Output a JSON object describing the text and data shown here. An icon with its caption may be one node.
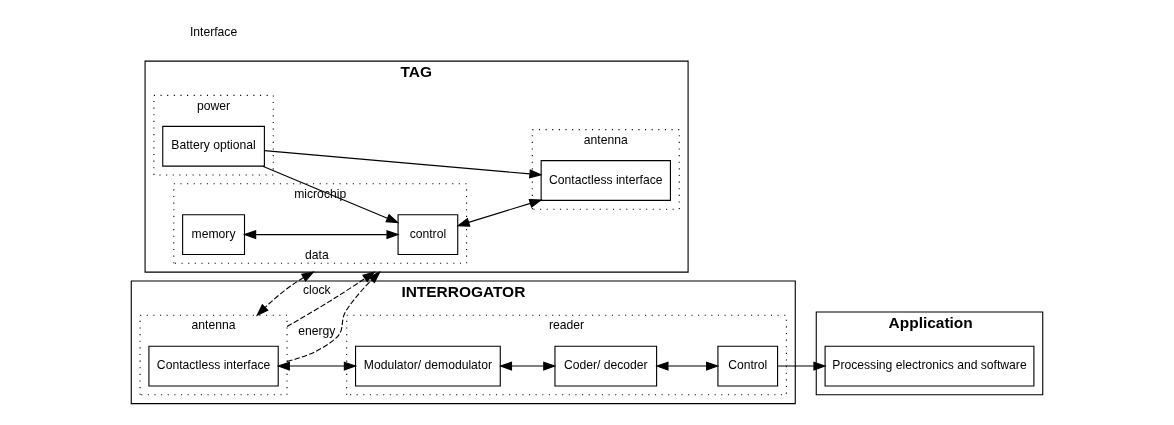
{
  "diagram": {
    "nodes": [
      {
        "text": [
          "TAG"
        ]
      },
      {
        "text": [
          "microchip"
        ],
        "in": 0
      },
      {
        "text": [
          "control"
        ],
        "in": 1
      },
      {
        "text": [
          "memory"
        ],
        "in": 1
      },
      {
        "text": [
          "power"
        ],
        "in": 0
      },
      {
        "text": [
          "Battery optional"
        ],
        "in": 4
      },
      {
        "text": [
          "antenna"
        ],
        "in": 0
      },
      {
        "text": [
          "Contactless interface"
        ],
        "in": 6
      },
      {
        "text": [
          "INTERROGATOR"
        ]
      },
      {
        "text": [
          "antenna"
        ],
        "in": 8
      },
      {
        "text": [
          "Contactless interface"
        ],
        "in": 9
      },
      {
        "text": [
          "reader"
        ],
        "in": 8
      },
      {
        "text": [
          "Modulator/ demodulator"
        ],
        "in": 11
      },
      {
        "text": [
          "Coder/ decoder"
        ],
        "in": 11
      },
      {
        "text": [
          "Control"
        ],
        "in": 11
      },
      {
        "text": [
          "Application"
        ]
      },
      {
        "text": [
          "Processing electronics and software"
        ],
        "in": 15
      }
    ],
    "edges": [
      {
        "from": 2,
        "to": 7,
        "arrow": "both"
      },
      {
        "from": 3,
        "to": 2,
        "arrow": "both"
      },
      {
        "from": 5,
        "to": 2,
        "arrow": "to"
      },
      {
        "from": 5,
        "to": 7,
        "arrow": "to"
      },
      {
        "from": 0,
        "to": 9,
        "arrow": "both",
        "label": "data",
        "style": "dashed"
      },
      {
        "from": 9,
        "to": 0,
        "arrow": "to",
        "label": "clock",
        "style": "dashed"
      },
      {
        "from": 9,
        "to": 0,
        "arrow": "to",
        "label": "energy",
        "style": "dashed"
      },
      {
        "from": 10,
        "to": 12,
        "arrow": "both"
      },
      {
        "from": 12,
        "to": 13,
        "arrow": "both"
      },
      {
        "from": 13,
        "to": 14,
        "arrow": "both"
      },
      {
        "from": 14,
        "to": 16,
        "arrow": "to"
      }
    ],
    "labels": [
      "Interface"
    ]
  }
}
